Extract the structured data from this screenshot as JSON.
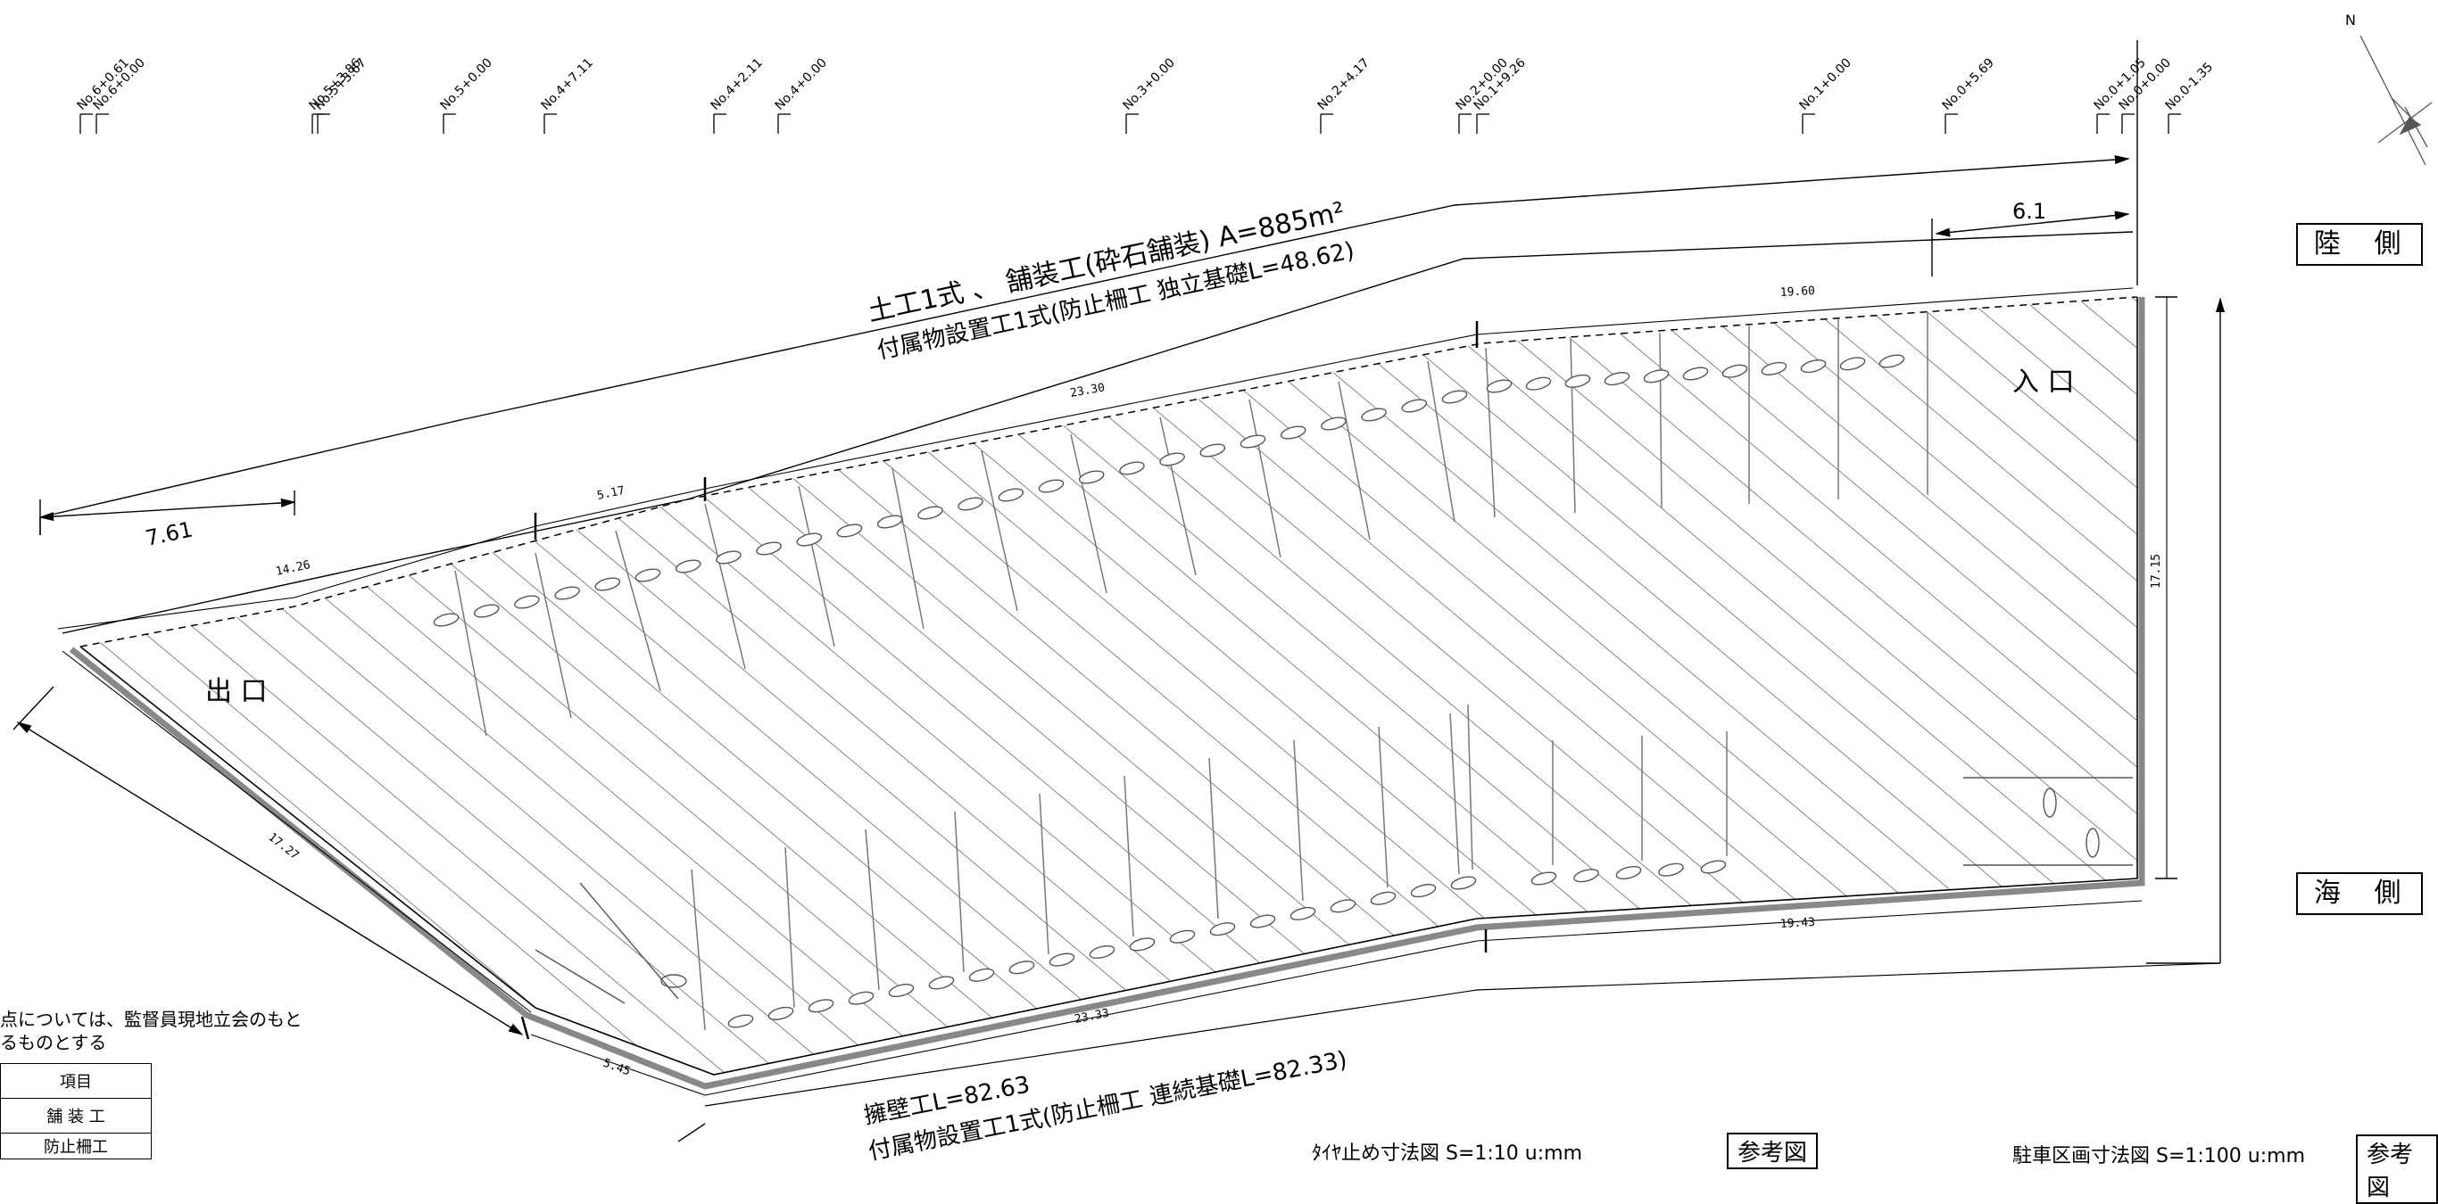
{
  "stations": [
    {
      "label": "No.6+0.61"
    },
    {
      "label": "No.6+0.00"
    },
    {
      "label": "No.5+3.86"
    },
    {
      "label": "No.5+3.67"
    },
    {
      "label": "No.5+0.00"
    },
    {
      "label": "No.4+7.11"
    },
    {
      "label": "No.4+2.11"
    },
    {
      "label": "No.4+0.00"
    },
    {
      "label": "No.3+0.00"
    },
    {
      "label": "No.2+4.17"
    },
    {
      "label": "No.2+0.00"
    },
    {
      "label": "No.1+9.26"
    },
    {
      "label": "No.1+0.00"
    },
    {
      "label": "No.0+5.69"
    },
    {
      "label": "No.0+1.05"
    },
    {
      "label": "No.0+0.00"
    },
    {
      "label": "No.0-1.35"
    }
  ],
  "north": "N",
  "side_land": "陸 側",
  "side_sea": "海 側",
  "label_entrance": "入 口",
  "label_exit": "出 口",
  "top_line1": "土工1式 、 舗装工(砕石舗装) A=885m²",
  "top_line2": "付属物設置工1式(防止柵工 独立基礎L=48.62)",
  "bottom_line1": "擁壁工L=82.63",
  "bottom_line2": "付属物設置工1式(防止柵工 連続基礎L=82.33)",
  "dims": {
    "top_61": "6.1",
    "top_761": "7.61",
    "inner_1960": "19.60",
    "inner_2330_top": "23.30",
    "inner_517": "5.17",
    "inner_1426": "14.26",
    "right_1715": "17.15",
    "left_1727": "17.27",
    "bottom_545": "5.45",
    "bottom_2333": "23.33",
    "bottom_1943": "19.43"
  },
  "note_lines": [
    "点については、監督員現地立会のもと",
    "るものとする"
  ],
  "table": {
    "header": "項目",
    "rows": [
      "舗 装 工",
      "防止柵工"
    ]
  },
  "footer": {
    "tire_stop": "ﾀｲﾔ止め寸法図 S=1:10 u:mm",
    "ref1": "参考図",
    "parking": "駐車区画寸法図 S=1:100 u:mm",
    "ref2": "参考図"
  }
}
